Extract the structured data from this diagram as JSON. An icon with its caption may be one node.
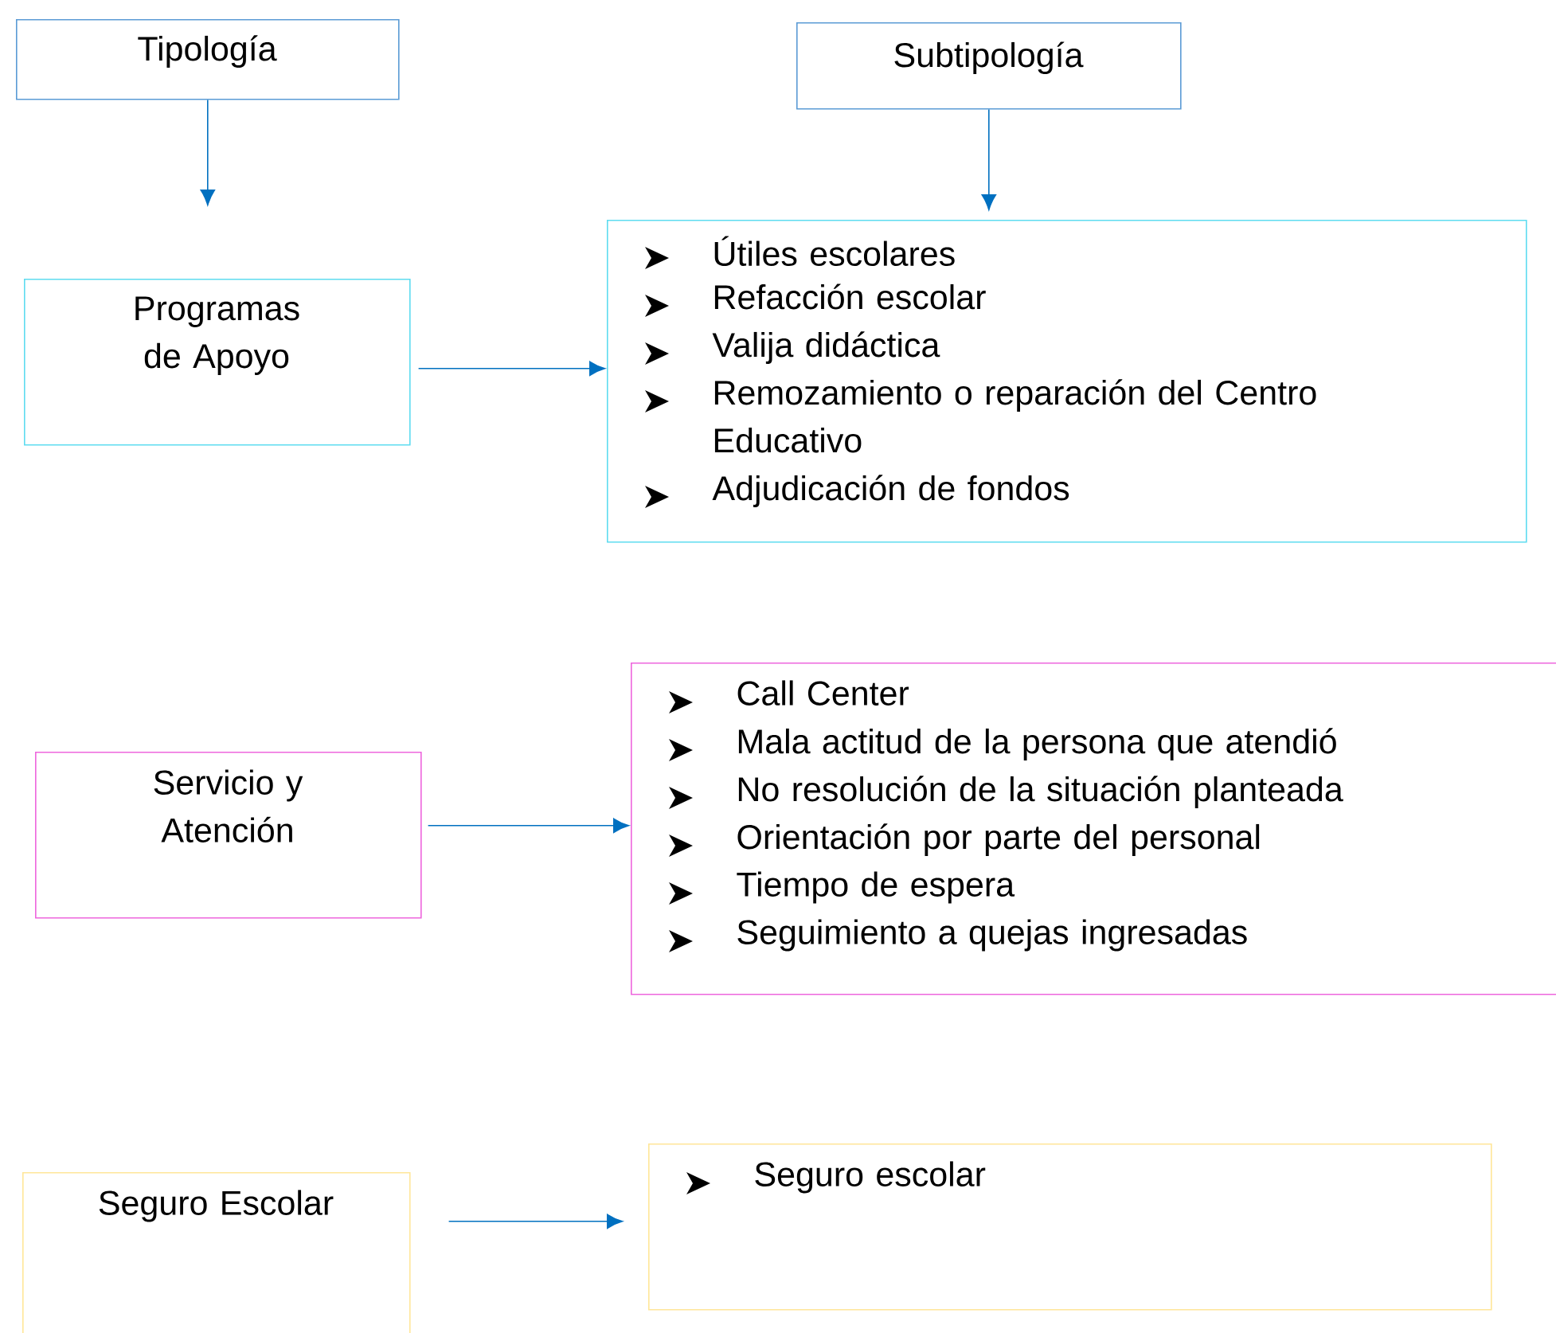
{
  "diagram": {
    "nodes": [
      {
        "text": [
          "Tipología"
        ]
      },
      {
        "text": [
          "Subtipología"
        ]
      },
      {
        "text": [
          "Programas de Apoyo"
        ]
      },
      {
        "text": [
          "Útiles escolares",
          "Refacción escolar",
          "Valija didáctica",
          "Remozamiento o reparación del Centro Educativo",
          "Adjudicación de fondos"
        ]
      },
      {
        "text": [
          "Servicio y Atención"
        ]
      },
      {
        "text": [
          "Call Center",
          "Mala actitud de la persona que atendió",
          "No resolución de la situación planteada",
          "Orientación por parte del personal",
          "Tiempo de espera",
          "Seguimiento a quejas ingresadas"
        ]
      },
      {
        "text": [
          "Seguro Escolar"
        ]
      },
      {
        "text": [
          "Seguro escolar"
        ]
      }
    ],
    "edges": [
      {
        "from": 0,
        "to": 2,
        "arrow": "to"
      },
      {
        "from": 1,
        "to": 3,
        "arrow": "to"
      },
      {
        "from": 2,
        "to": 3,
        "arrow": "to"
      },
      {
        "from": 4,
        "to": 5,
        "arrow": "to"
      },
      {
        "from": 6,
        "to": 7,
        "arrow": "to"
      }
    ]
  }
}
